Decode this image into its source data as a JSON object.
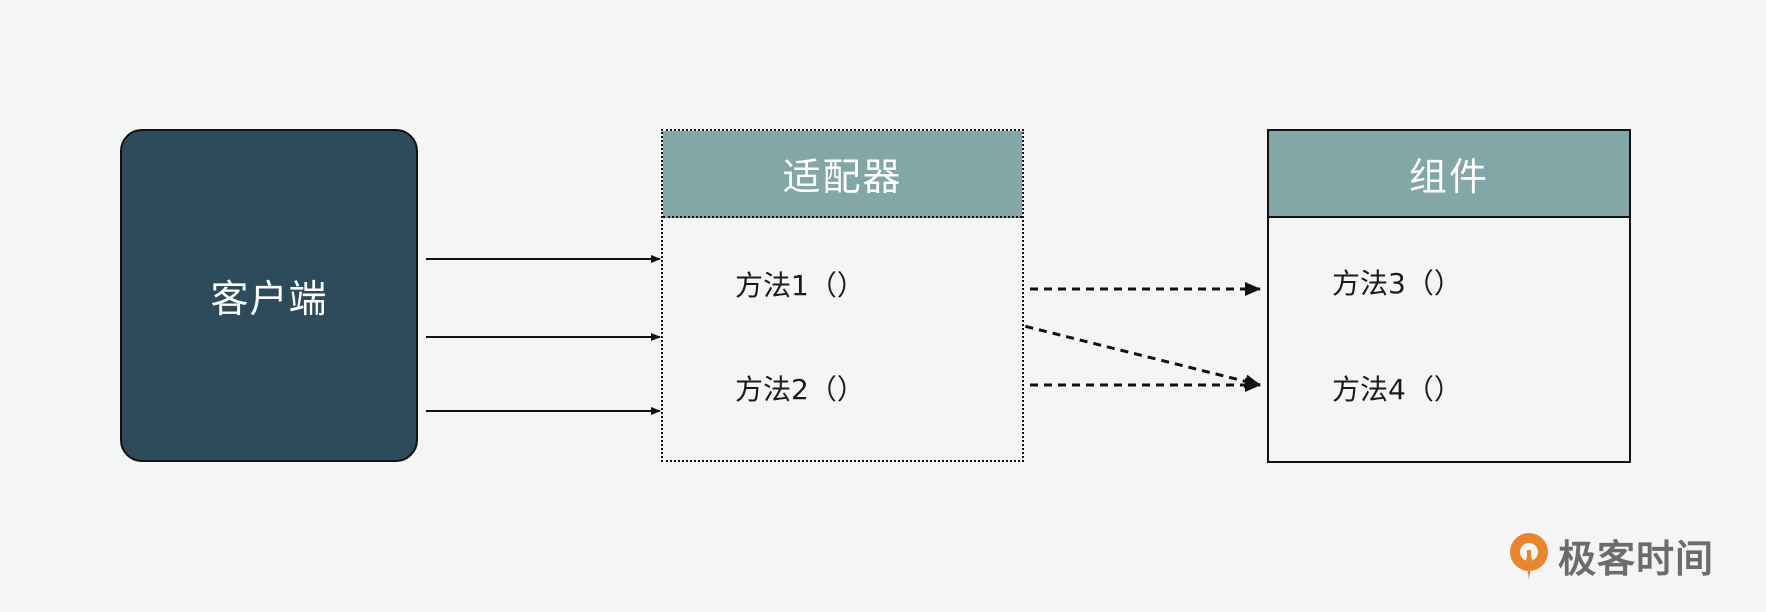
{
  "client": {
    "label": "客户端"
  },
  "adapter": {
    "title": "适配器",
    "methods": [
      "方法1（）",
      "方法2（）"
    ]
  },
  "component": {
    "title": "组件",
    "methods": [
      "方法3（）",
      "方法4（）"
    ]
  },
  "watermark": {
    "text": "极客时间"
  },
  "colors": {
    "client_fill": "#2d4b5b",
    "header_fill": "#83a6a6",
    "background": "#f4f6f5",
    "logo_orange": "#e8862e"
  }
}
